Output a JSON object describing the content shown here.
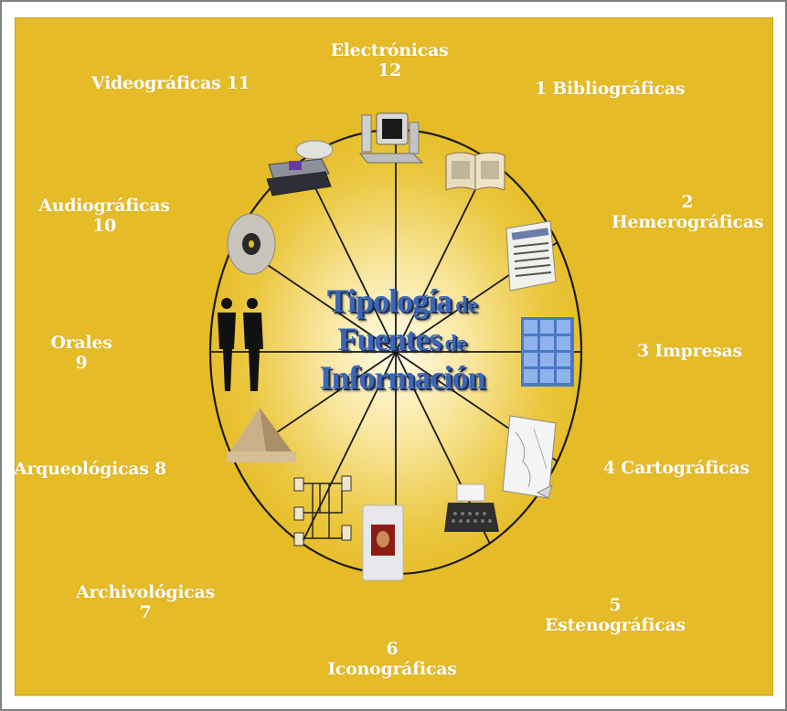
{
  "diagram": {
    "title_line1_main": "Tipología",
    "title_line1_small": "de",
    "title_line2_main": "Fuentes",
    "title_line2_small": "de",
    "title_line3_main": "Información",
    "colors": {
      "background": "#e5bb27",
      "label_text": "#ffffff",
      "title_text": "#3a67b8",
      "center_glow": "#fffbe8",
      "lines": "#1a1a1a"
    },
    "categories": [
      {
        "number": "1",
        "name": "Bibliográficas",
        "icon": "open-book-icon"
      },
      {
        "number": "2",
        "name": "Hemerográficas",
        "icon": "newspaper-icon"
      },
      {
        "number": "3",
        "name": "Impresas",
        "icon": "printed-symbols-grid-icon"
      },
      {
        "number": "4",
        "name": "Cartográficas",
        "icon": "map-icon"
      },
      {
        "number": "5",
        "name": "Estenográficas",
        "icon": "typewriter-icon"
      },
      {
        "number": "6",
        "name": "Iconográficas",
        "icon": "photo-slide-icon"
      },
      {
        "number": "7",
        "name": "Archivológicas",
        "icon": "archive-chart-icon"
      },
      {
        "number": "8",
        "name": "Arqueológicas",
        "icon": "pyramid-icon"
      },
      {
        "number": "9",
        "name": "Orales",
        "icon": "people-talking-icon"
      },
      {
        "number": "10",
        "name": "Audiográficas",
        "icon": "compact-disc-icon"
      },
      {
        "number": "11",
        "name": "Videográficas",
        "icon": "video-tapes-icon"
      },
      {
        "number": "12",
        "name": "Electrónicas",
        "icon": "computer-icon"
      }
    ]
  }
}
